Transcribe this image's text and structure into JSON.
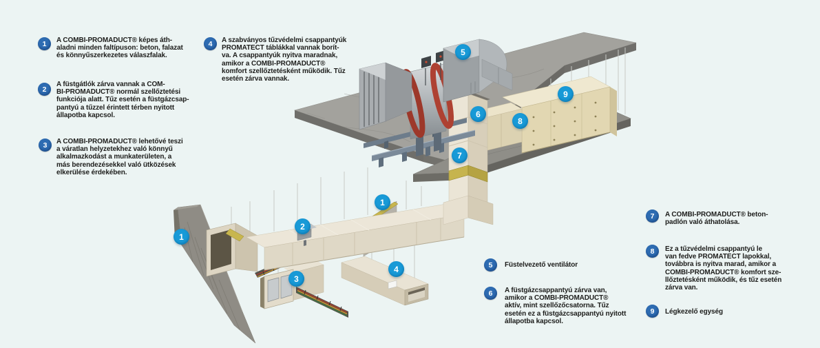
{
  "colors": {
    "background": "#ecf4f3",
    "callout_circle_blue": "#2e6cb2",
    "diagram_marker_azure": "#189ad7",
    "text": "#1d1d1b",
    "duct_cream": "#ece6d8",
    "concrete_gray": "#a3a29d",
    "fire_collar_gold": "#c6b44e",
    "fan_flange_red": "#9d382a"
  },
  "callouts": [
    {
      "num": "1",
      "text": "A COMBI-PROMADUCT® képes áth-\naladni minden faltípuson: beton, falazat\nés könnyűszerkezetes válaszfalak."
    },
    {
      "num": "2",
      "text": "A füstgátlók zárva vannak a COM-\nBI-PROMADUCT® normál szellőztetési\nfunkciója alatt. Tűz esetén a füstgázcsap-\npantyú a tűzzel érintett térben nyitott\nállapotba kapcsol."
    },
    {
      "num": "3",
      "text": "A COMBI-PROMADUCT® lehetővé teszi\na váratlan helyzetekhez való könnyű\nalkalmazkodást a munkaterületen, a\nmás berendezésekkel való ütközések\nelkerülése érdekében."
    },
    {
      "num": "4",
      "text": "A szabványos tűzvédelmi csappantyúk\nPROMATECT táblákkal vannak borít-\nva. A csappantyúk nyitva maradnak,\namikor a COMBI-PROMADUCT®\nkomfort szellőztetésként működik. Tűz\nesetén zárva vannak."
    },
    {
      "num": "5",
      "text": "Füstelvezető ventilátor"
    },
    {
      "num": "6",
      "text": "A füstgázcsappantyú zárva van,\namikor a COMBI-PROMADUCT®\naktív, mint szellőzőcsatorna. Tűz\nesetén ez a füstgázcsappantyú nyitott\nállapotba kapcsol."
    },
    {
      "num": "7",
      "text": "A COMBI-PROMADUCT® beton-\npadlón való áthatolása."
    },
    {
      "num": "8",
      "text": "Ez a tűzvédelmi csappantyú le\nvan fedve PROMATECT lapokkal,\ntovábbra is nyitva marad, amikor a\nCOMBI-PROMADUCT® komfort sze-\nllőztetésként működik, és tűz esetén\nzárva van."
    },
    {
      "num": "9",
      "text": "Légkezelő egység"
    }
  ],
  "diagram_markers": [
    {
      "num": "1"
    },
    {
      "num": "2"
    },
    {
      "num": "1"
    },
    {
      "num": "3"
    },
    {
      "num": "4"
    },
    {
      "num": "5"
    },
    {
      "num": "6"
    },
    {
      "num": "7"
    },
    {
      "num": "8"
    },
    {
      "num": "9"
    }
  ]
}
